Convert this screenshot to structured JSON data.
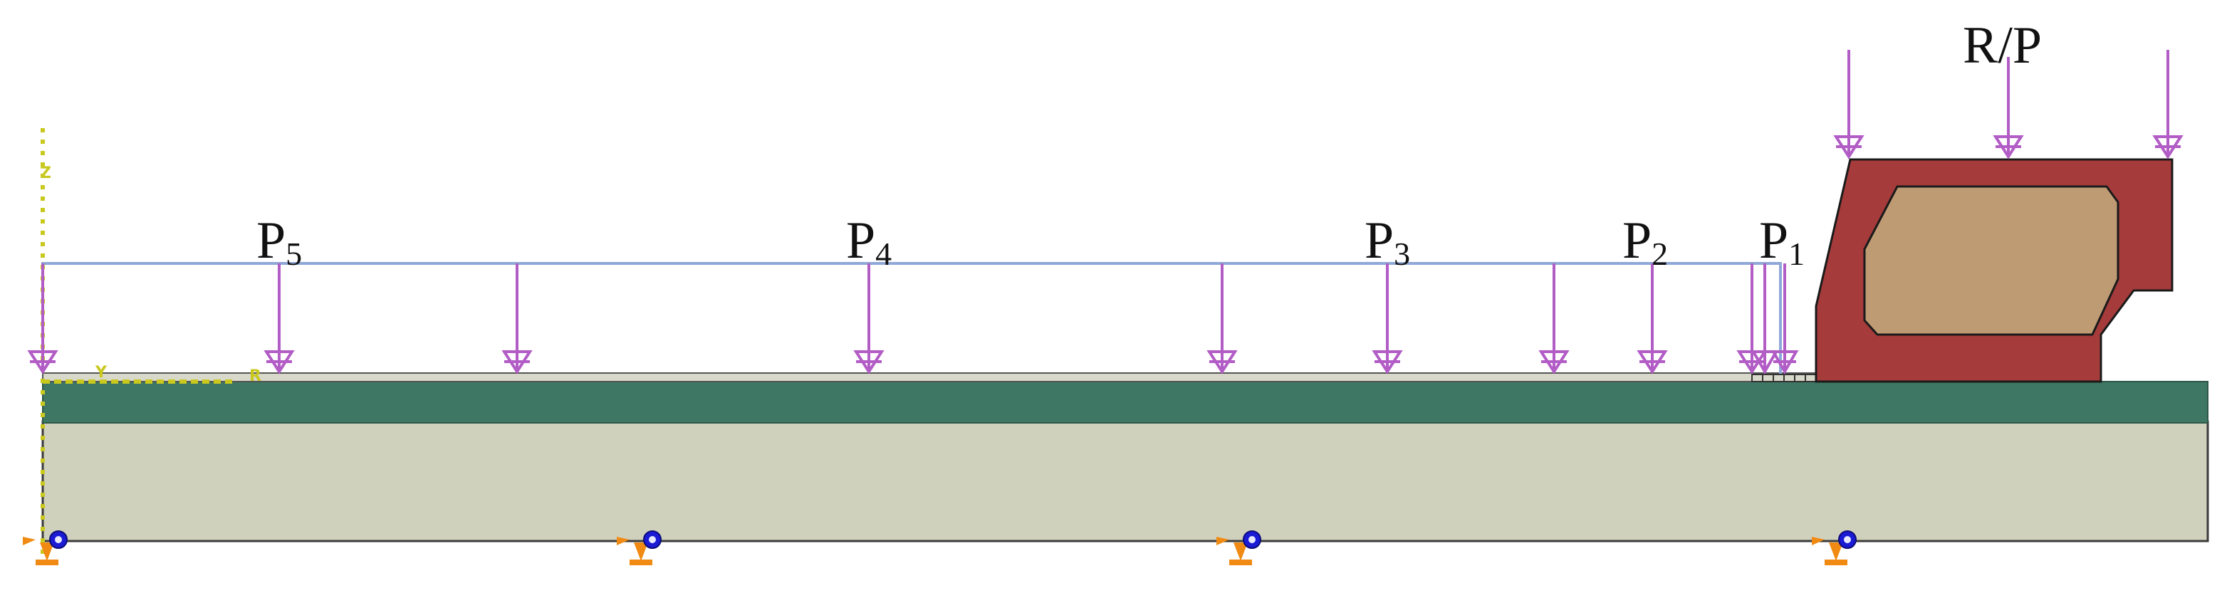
{
  "diagram": {
    "pressure_labels": [
      {
        "id": "p5",
        "main": "P",
        "sub": "5"
      },
      {
        "id": "p4",
        "main": "P",
        "sub": "4"
      },
      {
        "id": "p3",
        "main": "P",
        "sub": "3"
      },
      {
        "id": "p2",
        "main": "P",
        "sub": "2"
      },
      {
        "id": "p1",
        "main": "P",
        "sub": "1"
      }
    ],
    "top_label": "R/P",
    "axis_labels": {
      "vertical": "Z",
      "horizontal_1": "Y",
      "horizontal_2": "R"
    },
    "colors": {
      "load_arrow": "#b25cc6",
      "load_outline": "#8fa8d8",
      "upper_layer": "#3e7763",
      "substrate": "#d0d1bd",
      "substrate_edge": "#3b3b3b",
      "body_outer": "#a53b3b",
      "body_inner": "#bf9b74",
      "body_edge": "#1a1a1a",
      "axis": "#c8c81e",
      "support_orange": "#f08a12",
      "support_blue": "#1b1bd6"
    },
    "icons": [
      "pin-support-icon"
    ]
  }
}
